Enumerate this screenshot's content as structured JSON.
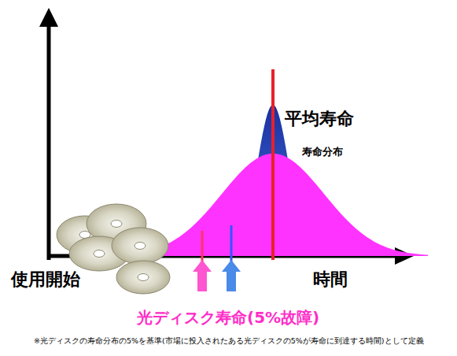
{
  "diagram": {
    "labels": [
      "平均寿命",
      "寿命分布",
      "使用開始",
      "時間",
      "光ディスク寿命(5%故障)",
      "※光ディスクの寿命分布の5%を基準(市場に投入されたある光ディスクの5%が寿命に到達する時間)として定義"
    ]
  }
}
